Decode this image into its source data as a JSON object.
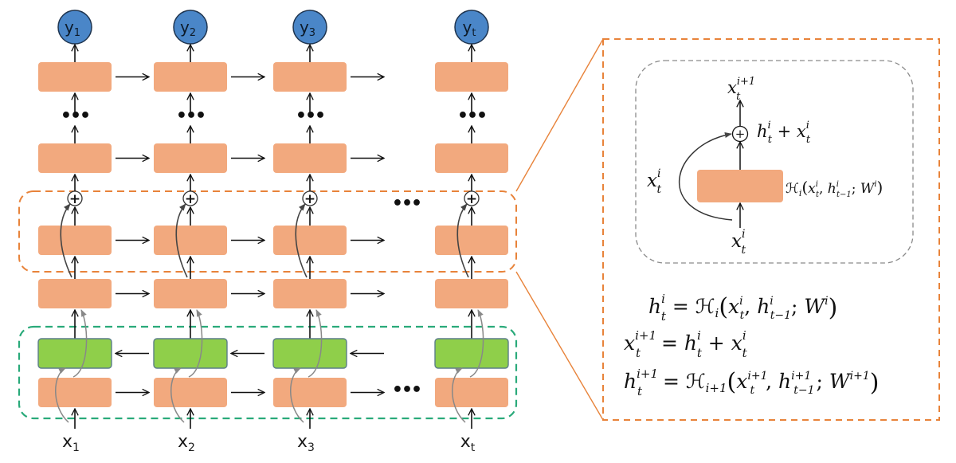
{
  "colors": {
    "cell_orange": "#f2a97e",
    "cell_green": "#8fcf4a",
    "cell_green_border": "#5b7d8a",
    "output_blue": "#4a86c8",
    "output_border": "#1f3550",
    "residual_region": "#e8833a",
    "bidir_region": "#2aaa7a",
    "callout_border": "#e8833a",
    "inner_box_border": "#8a8a8a",
    "arrow": "#111111",
    "skip_arrow": "#888888"
  },
  "outputs": [
    {
      "base": "y",
      "sub": "1"
    },
    {
      "base": "y",
      "sub": "2"
    },
    {
      "base": "y",
      "sub": "3"
    },
    {
      "base": "y",
      "sub": "t"
    }
  ],
  "inputs": [
    {
      "base": "x",
      "sub": "1"
    },
    {
      "base": "x",
      "sub": "2"
    },
    {
      "base": "x",
      "sub": "3"
    },
    {
      "base": "x",
      "sub": "t"
    }
  ],
  "ellipsis": "•••",
  "plus_symbol": "+",
  "callout": {
    "top_label": {
      "base": "x",
      "sub": "t",
      "sup": "i+1"
    },
    "sum_label": {
      "h": "h",
      "sub": "t",
      "sup": "i",
      "op": " + ",
      "x": "x",
      "xsub": "t",
      "xsup": "i"
    },
    "skip_label": {
      "base": "x",
      "sub": "t",
      "sup": "i"
    },
    "block_label": {
      "func": "ℋ",
      "fsub": "i",
      "open": "(",
      "a": "x",
      "asub": "t",
      "asup": "i",
      "comma": ", ",
      "b": "h",
      "bsub": "t−1",
      "bsup": "i",
      "semi": "; ",
      "w": "W",
      "wsup": "i",
      "close": ")"
    },
    "bottom_label": {
      "base": "x",
      "sub": "t",
      "sup": "i"
    }
  },
  "equations": [
    {
      "lhs": "h",
      "lsub": "t",
      "lsup": "i",
      "eq": " = ",
      "rhs": "ℋ",
      "rsub": "i",
      "open": "(",
      "a": "x",
      "asub": "t",
      "asup": "i",
      "comma": ", ",
      "b": "h",
      "bsub": "t−1",
      "bsup": "i",
      "semi": "; ",
      "w": "W",
      "wsup": "i",
      "close": ")"
    },
    {
      "lhs": "x",
      "lsub": "t",
      "lsup": "i+1",
      "eq": " = ",
      "p": "h",
      "psub": "t",
      "psup": "i",
      "op": " + ",
      "q": "x",
      "qsub": "t",
      "qsup": "i"
    },
    {
      "lhs": "h",
      "lsub": "t",
      "lsup": "i+1",
      "eq": " = ",
      "rhs": "ℋ",
      "rsub": "i+1",
      "open": "(",
      "a": "x",
      "asub": "t",
      "asup": "i+1",
      "comma": ", ",
      "b": "h",
      "bsub": "t−1",
      "bsup": "i+1",
      "semi": "; ",
      "w": "W",
      "wsup": "i+1",
      "close": ")"
    }
  ]
}
